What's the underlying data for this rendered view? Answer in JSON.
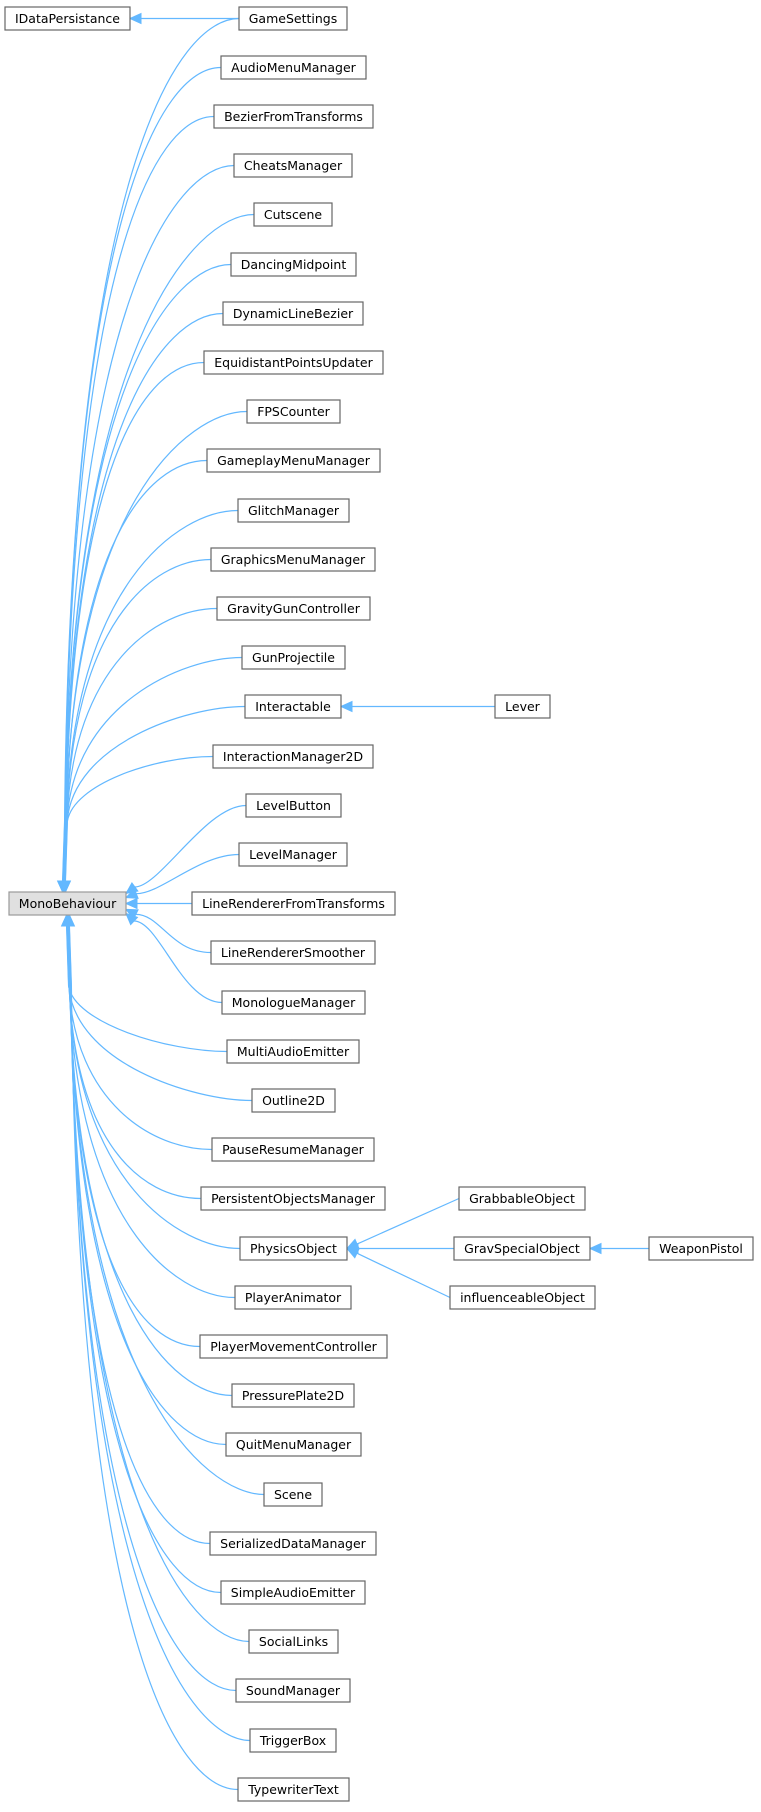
{
  "nodes": [
    {
      "id": "IDataPersistance",
      "label": "IDataPersistance"
    },
    {
      "id": "MonoBehaviour",
      "label": "MonoBehaviour",
      "root": true
    },
    {
      "id": "GameSettings",
      "label": "GameSettings"
    },
    {
      "id": "AudioMenuManager",
      "label": "AudioMenuManager"
    },
    {
      "id": "BezierFromTransforms",
      "label": "BezierFromTransforms"
    },
    {
      "id": "CheatsManager",
      "label": "CheatsManager"
    },
    {
      "id": "Cutscene",
      "label": "Cutscene"
    },
    {
      "id": "DancingMidpoint",
      "label": "DancingMidpoint"
    },
    {
      "id": "DynamicLineBezier",
      "label": "DynamicLineBezier"
    },
    {
      "id": "EquidistantPointsUpdater",
      "label": "EquidistantPointsUpdater"
    },
    {
      "id": "FPSCounter",
      "label": "FPSCounter"
    },
    {
      "id": "GameplayMenuManager",
      "label": "GameplayMenuManager"
    },
    {
      "id": "GlitchManager",
      "label": "GlitchManager"
    },
    {
      "id": "GraphicsMenuManager",
      "label": "GraphicsMenuManager"
    },
    {
      "id": "GravityGunController",
      "label": "GravityGunController"
    },
    {
      "id": "GunProjectile",
      "label": "GunProjectile"
    },
    {
      "id": "Interactable",
      "label": "Interactable"
    },
    {
      "id": "InteractionManager2D",
      "label": "InteractionManager2D"
    },
    {
      "id": "LevelButton",
      "label": "LevelButton"
    },
    {
      "id": "LevelManager",
      "label": "LevelManager"
    },
    {
      "id": "LineRendererFromTransforms",
      "label": "LineRendererFromTransforms"
    },
    {
      "id": "LineRendererSmoother",
      "label": "LineRendererSmoother"
    },
    {
      "id": "MonologueManager",
      "label": "MonologueManager"
    },
    {
      "id": "MultiAudioEmitter",
      "label": "MultiAudioEmitter"
    },
    {
      "id": "Outline2D",
      "label": "Outline2D"
    },
    {
      "id": "PauseResumeManager",
      "label": "PauseResumeManager"
    },
    {
      "id": "PersistentObjectsManager",
      "label": "PersistentObjectsManager"
    },
    {
      "id": "PhysicsObject",
      "label": "PhysicsObject"
    },
    {
      "id": "PlayerAnimator",
      "label": "PlayerAnimator"
    },
    {
      "id": "PlayerMovementController",
      "label": "PlayerMovementController"
    },
    {
      "id": "PressurePlate2D",
      "label": "PressurePlate2D"
    },
    {
      "id": "QuitMenuManager",
      "label": "QuitMenuManager"
    },
    {
      "id": "Scene",
      "label": "Scene"
    },
    {
      "id": "SerializedDataManager",
      "label": "SerializedDataManager"
    },
    {
      "id": "SimpleAudioEmitter",
      "label": "SimpleAudioEmitter"
    },
    {
      "id": "SocialLinks",
      "label": "SocialLinks"
    },
    {
      "id": "SoundManager",
      "label": "SoundManager"
    },
    {
      "id": "TriggerBox",
      "label": "TriggerBox"
    },
    {
      "id": "TypewriterText",
      "label": "TypewriterText"
    },
    {
      "id": "Lever",
      "label": "Lever"
    },
    {
      "id": "GrabbableObject",
      "label": "GrabbableObject"
    },
    {
      "id": "GravSpecialObject",
      "label": "GravSpecialObject"
    },
    {
      "id": "influenceableObject",
      "label": "influenceableObject"
    },
    {
      "id": "WeaponPistol",
      "label": "WeaponPistol"
    }
  ],
  "edges": [
    {
      "from": "IDataPersistance",
      "to": "GameSettings"
    },
    {
      "from": "MonoBehaviour",
      "to": "GameSettings"
    },
    {
      "from": "MonoBehaviour",
      "to": "AudioMenuManager"
    },
    {
      "from": "MonoBehaviour",
      "to": "BezierFromTransforms"
    },
    {
      "from": "MonoBehaviour",
      "to": "CheatsManager"
    },
    {
      "from": "MonoBehaviour",
      "to": "Cutscene"
    },
    {
      "from": "MonoBehaviour",
      "to": "DancingMidpoint"
    },
    {
      "from": "MonoBehaviour",
      "to": "DynamicLineBezier"
    },
    {
      "from": "MonoBehaviour",
      "to": "EquidistantPointsUpdater"
    },
    {
      "from": "MonoBehaviour",
      "to": "FPSCounter"
    },
    {
      "from": "MonoBehaviour",
      "to": "GameplayMenuManager"
    },
    {
      "from": "MonoBehaviour",
      "to": "GlitchManager"
    },
    {
      "from": "MonoBehaviour",
      "to": "GraphicsMenuManager"
    },
    {
      "from": "MonoBehaviour",
      "to": "GravityGunController"
    },
    {
      "from": "MonoBehaviour",
      "to": "GunProjectile"
    },
    {
      "from": "MonoBehaviour",
      "to": "Interactable"
    },
    {
      "from": "MonoBehaviour",
      "to": "InteractionManager2D"
    },
    {
      "from": "MonoBehaviour",
      "to": "LevelButton"
    },
    {
      "from": "MonoBehaviour",
      "to": "LevelManager"
    },
    {
      "from": "MonoBehaviour",
      "to": "LineRendererFromTransforms"
    },
    {
      "from": "MonoBehaviour",
      "to": "LineRendererSmoother"
    },
    {
      "from": "MonoBehaviour",
      "to": "MonologueManager"
    },
    {
      "from": "MonoBehaviour",
      "to": "MultiAudioEmitter"
    },
    {
      "from": "MonoBehaviour",
      "to": "Outline2D"
    },
    {
      "from": "MonoBehaviour",
      "to": "PauseResumeManager"
    },
    {
      "from": "MonoBehaviour",
      "to": "PersistentObjectsManager"
    },
    {
      "from": "MonoBehaviour",
      "to": "PhysicsObject"
    },
    {
      "from": "MonoBehaviour",
      "to": "PlayerAnimator"
    },
    {
      "from": "MonoBehaviour",
      "to": "PlayerMovementController"
    },
    {
      "from": "MonoBehaviour",
      "to": "PressurePlate2D"
    },
    {
      "from": "MonoBehaviour",
      "to": "QuitMenuManager"
    },
    {
      "from": "MonoBehaviour",
      "to": "Scene"
    },
    {
      "from": "MonoBehaviour",
      "to": "SerializedDataManager"
    },
    {
      "from": "MonoBehaviour",
      "to": "SimpleAudioEmitter"
    },
    {
      "from": "MonoBehaviour",
      "to": "SocialLinks"
    },
    {
      "from": "MonoBehaviour",
      "to": "SoundManager"
    },
    {
      "from": "MonoBehaviour",
      "to": "TriggerBox"
    },
    {
      "from": "MonoBehaviour",
      "to": "TypewriterText"
    },
    {
      "from": "Interactable",
      "to": "Lever"
    },
    {
      "from": "PhysicsObject",
      "to": "GrabbableObject"
    },
    {
      "from": "PhysicsObject",
      "to": "GravSpecialObject"
    },
    {
      "from": "PhysicsObject",
      "to": "influenceableObject"
    },
    {
      "from": "GravSpecialObject",
      "to": "WeaponPistol"
    }
  ],
  "colors": {
    "edge": "#63b8ff",
    "node_border": "#666666",
    "root_fill": "#e0e0e0"
  }
}
